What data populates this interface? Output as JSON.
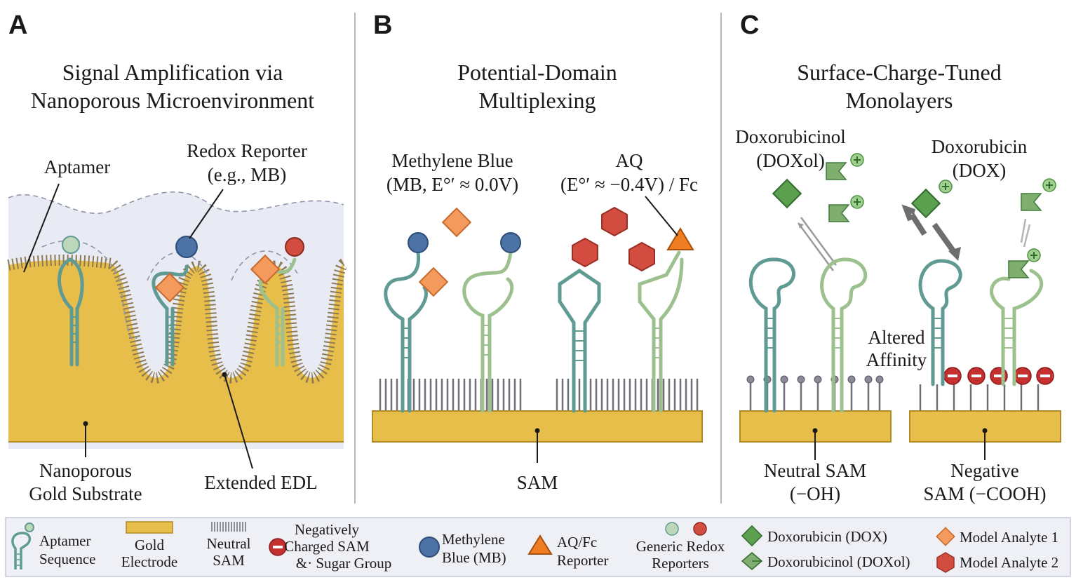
{
  "panel_a": {
    "letter": "A",
    "title_line1": "Signal Amplification via",
    "title_line2": "Nanoporous Microenvironment",
    "label_aptamer": "Aptamer",
    "label_reporter_line1": "Redox Reporter",
    "label_reporter_line2": "(e.g., MB)",
    "label_substrate_line1": "Nanoporous",
    "label_substrate_line2": "Gold Substrate",
    "label_edl": "Extended EDL"
  },
  "panel_b": {
    "letter": "B",
    "title_line1": "Potential-Domain",
    "title_line2": "Multiplexing",
    "label_mb_line1": "Methylene Blue",
    "label_mb_line2": "(MB, E°′ ≈ 0.0V)",
    "label_aq_line1": "AQ",
    "label_aq_line2": "(E°′ ≈ −0.4V) / Fc",
    "label_sam": "SAM"
  },
  "panel_c": {
    "letter": "C",
    "title_line1": "Surface-Charge-Tuned",
    "title_line2": "Monolayers",
    "label_doxol_line1": "Doxorubicinol",
    "label_doxol_line2": "(DOXol)",
    "label_dox_line1": "Doxorubicin",
    "label_dox_line2": "(DOX)",
    "label_affinity_line1": "Altered",
    "label_affinity_line2": "Affinity",
    "label_neutral_line1": "Neutral SAM",
    "label_neutral_line2": "(−OH)",
    "label_negative_line1": "Negative",
    "label_negative_line2": "SAM (−COOH)"
  },
  "legend": {
    "aptamer_line1": "Aptamer",
    "aptamer_line2": "Sequence",
    "gold_line1": "Gold",
    "gold_line2": "Electrode",
    "neutral_line1": "Neutral",
    "neutral_line2": "SAM",
    "neg_line1": "Negatively",
    "neg_line2": "Charged SAM",
    "neg_line3": "&· Sugar Group",
    "mb_line1": "Methylene",
    "mb_line2": "Blue (MB)",
    "aqfc_line1": "AQ/Fc",
    "aqfc_line2": "Reporter",
    "generic_line1": "Generic Redox",
    "generic_line2": "Reporters",
    "dox": "Doxorubicin (DOX)",
    "doxol": "Doxorubicinol (DOXol)",
    "analyte1": "Model Analyte 1",
    "analyte2": "Model Analyte 2"
  },
  "colors": {
    "gold": "#e8be4a",
    "gold_edge": "#b08a24",
    "aptamer_teal": "#5f9a93",
    "aptamer_green": "#9cc08e",
    "mb_blue": "#4d73a6",
    "aq_orange": "#ef7d22",
    "analyte1": "#f39a5c",
    "analyte2": "#d24c3f",
    "dox_green": "#5aa04e",
    "negative_red": "#c62f30",
    "sam_gray": "#6e6e78"
  }
}
